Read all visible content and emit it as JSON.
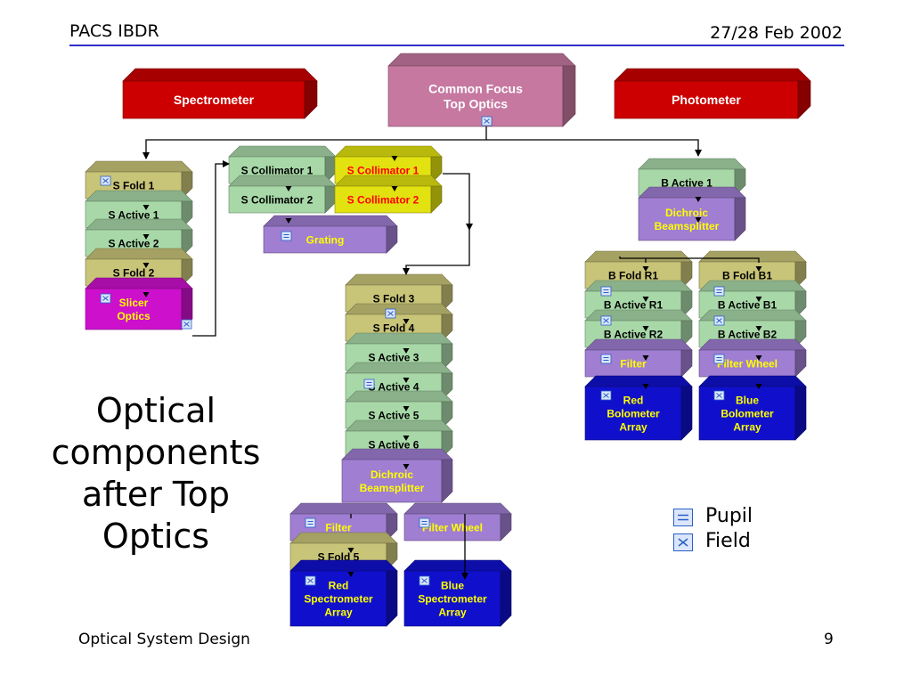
{
  "header": {
    "left": "PACS IBDR",
    "right": "27/28 Feb 2002"
  },
  "footer": {
    "left": "Optical System Design",
    "right": "9"
  },
  "title": "Optical components after Top Optics",
  "legend": [
    {
      "symbol": "pupil",
      "label": "Pupil"
    },
    {
      "symbol": "field",
      "label": "Field"
    }
  ],
  "colors": {
    "red": "#cc0000",
    "pink": "#c678a0",
    "olive": "#c8c478",
    "green": "#a8d8a8",
    "lavender": "#a07ed2",
    "magenta": "#cc10cc",
    "yellow": "#e2e210",
    "blue": "#1010cc",
    "text_dark": "#000000",
    "text_light": "#ffffff",
    "text_yellow": "#ffff00",
    "text_red": "#ff0000"
  },
  "boxes": {
    "spectrometer": {
      "label": "Spectrometer"
    },
    "common_focus": {
      "label": "Common Focus\nTop Optics"
    },
    "photometer": {
      "label": "Photometer"
    },
    "s_fold_1": {
      "label": "S Fold 1"
    },
    "s_active_1": {
      "label": "S Active 1"
    },
    "s_active_2": {
      "label": "S Active 2"
    },
    "s_fold_2": {
      "label": "S Fold 2"
    },
    "slicer_optics": {
      "label": "Slicer\nOptics"
    },
    "s_collimator_1_left": {
      "label": "S Collimator 1"
    },
    "s_collimator_2_left": {
      "label": "S Collimator 2"
    },
    "s_collimator_1_right": {
      "label": "S Collimator 1"
    },
    "s_collimator_2_right": {
      "label": "S Collimator 2"
    },
    "grating": {
      "label": "Grating"
    },
    "s_fold_3": {
      "label": "S Fold 3"
    },
    "s_fold_4": {
      "label": "S Fold 4"
    },
    "s_active_3": {
      "label": "S Active 3"
    },
    "s_active_4": {
      "label": "S Active 4"
    },
    "s_active_5": {
      "label": "S Active 5"
    },
    "s_active_6": {
      "label": "S Active 6"
    },
    "s_dichroic": {
      "label": "Dichroic\nBeamsplitter"
    },
    "s_filter": {
      "label": "Filter"
    },
    "s_filter_wheel": {
      "label": "Filter Wheel"
    },
    "s_fold_5": {
      "label": "S Fold 5"
    },
    "red_spectrometer_array": {
      "label": "Red\nSpectrometer\nArray"
    },
    "blue_spectrometer_array": {
      "label": "Blue\nSpectrometer\nArray"
    },
    "b_active_1": {
      "label": "B Active 1"
    },
    "b_dichroic": {
      "label": "Dichroic\nBeamsplitter"
    },
    "b_fold_r1": {
      "label": "B Fold R1"
    },
    "b_active_r1": {
      "label": "B Active R1"
    },
    "b_active_r2": {
      "label": "B Active R2"
    },
    "b_filter": {
      "label": "Filter"
    },
    "red_bolometer_array": {
      "label": "Red\nBolometer\nArray"
    },
    "b_fold_b1": {
      "label": "B Fold B1"
    },
    "b_active_b1": {
      "label": "B Active B1"
    },
    "b_active_b2": {
      "label": "B Active B2"
    },
    "b_filter_wheel": {
      "label": "Filter Wheel"
    },
    "blue_bolometer_array": {
      "label": "Blue\nBolometer\nArray"
    }
  }
}
